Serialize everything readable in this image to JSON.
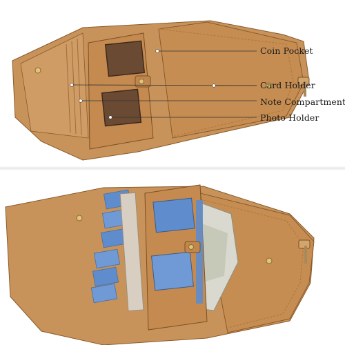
{
  "callouts": [
    "Coin Pocket",
    "Card Holder",
    "Note Compartment",
    "Photo Holder"
  ],
  "colors": {
    "leather": "#c8935a",
    "stitching": "#8a5a2b",
    "photo_window": "#6b4a33",
    "button_gold": "#e3c27b",
    "card_blue": "#5f8ccc"
  }
}
